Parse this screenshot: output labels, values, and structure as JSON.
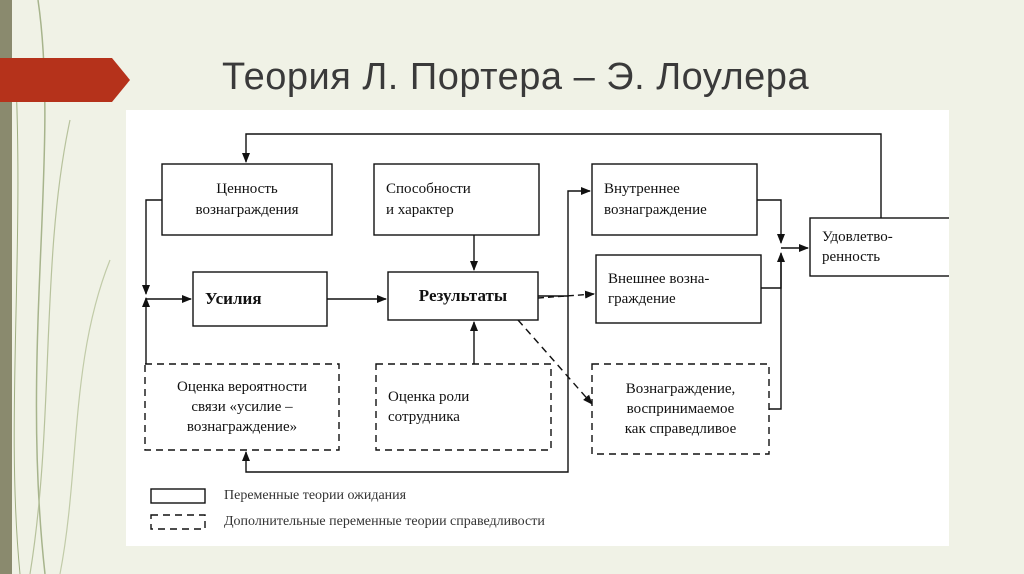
{
  "slide": {
    "title": "Теория Л. Портера – Э. Лоулера"
  },
  "diagram": {
    "nodes": {
      "value": {
        "text": "Ценность\nвознаграждения",
        "border": "solid"
      },
      "abilities": {
        "text": "Способности\nи характер",
        "border": "solid"
      },
      "intrinsic": {
        "text": "Внутреннее\nвознаграждение",
        "border": "solid"
      },
      "effort": {
        "text": "Усилия",
        "border": "solid"
      },
      "results": {
        "text": "Результаты",
        "border": "solid"
      },
      "extrinsic": {
        "text": "Внешнее возна-\nграждение",
        "border": "solid"
      },
      "satisfaction": {
        "text": "Удовлетво-\nренность",
        "border": "solid"
      },
      "probability": {
        "text": "Оценка вероятности\nсвязи «усилие –\nвознаграждение»",
        "border": "dashed"
      },
      "role": {
        "text": "Оценка роли\nсотрудника",
        "border": "dashed"
      },
      "fair": {
        "text": "Вознаграждение,\nвоспринимаемое\nкак справедливое",
        "border": "dashed"
      }
    },
    "legend": [
      {
        "label": "Переменные теории ожидания",
        "style": "solid"
      },
      {
        "label": "Дополнительные переменные теории справедливости",
        "style": "dashed"
      }
    ]
  },
  "colors": {
    "background": "#f0f2e6",
    "accent_arrow": "#b5321b",
    "title_text": "#3a3a3a"
  }
}
